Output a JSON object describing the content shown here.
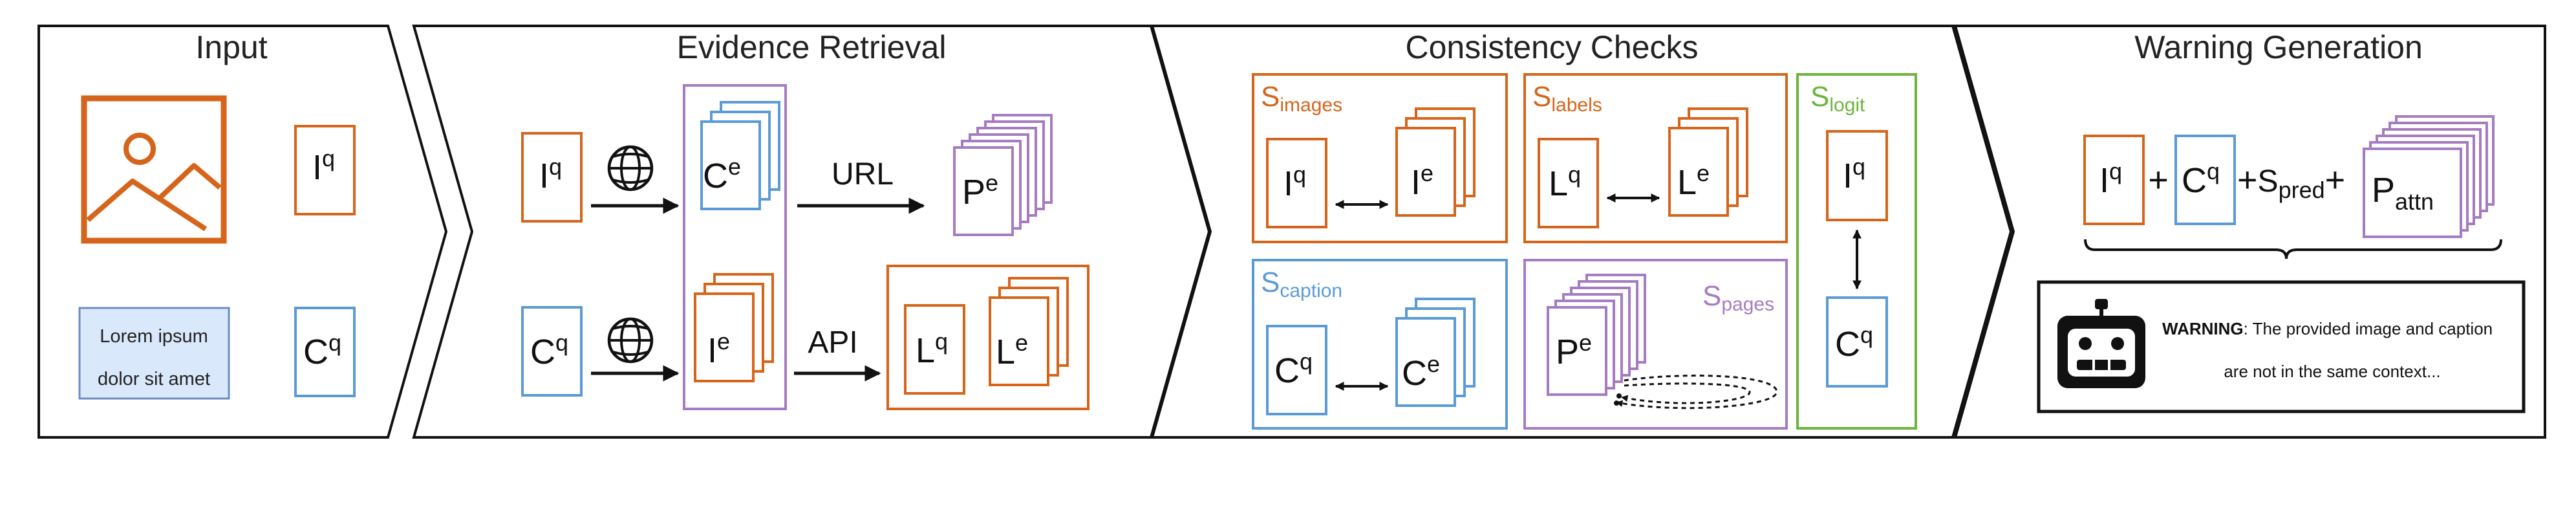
{
  "colors": {
    "image": "#d6651c",
    "caption": "#5b9bd5",
    "page": "#a57cc1",
    "logit": "#6cb43f",
    "lorem_fill": "#dae8fc",
    "lorem_border": "#6c8ebf",
    "stroke": "#111111"
  },
  "icons": {
    "image_placeholder": "image-icon",
    "web": "globe-icon",
    "bot": "robot-icon"
  },
  "titles": {
    "input": "Input",
    "evidence": "Evidence Retrieval",
    "consistency": "Consistency Checks",
    "warning": "Warning Generation"
  },
  "symbols": {
    "base_I": "I",
    "base_C": "C",
    "base_P": "P",
    "base_L": "L",
    "query_sup": "q",
    "evidence_sup": "e"
  },
  "input": {
    "lorem_line1": "Lorem ipsum",
    "lorem_line2": "dolor sit amet"
  },
  "retrieval": {
    "url": "URL",
    "api": "API"
  },
  "scores": {
    "S": "S",
    "images": "images",
    "labels": "labels",
    "logit": "logit",
    "caption": "caption",
    "pages": "pages",
    "pred": "pred"
  },
  "warning_gen": {
    "plus": "+",
    "attn": "attn",
    "warning_bold": "WARNING",
    "warning_rest": ": The provided image and caption",
    "warning_line2": "are not in the same context..."
  }
}
